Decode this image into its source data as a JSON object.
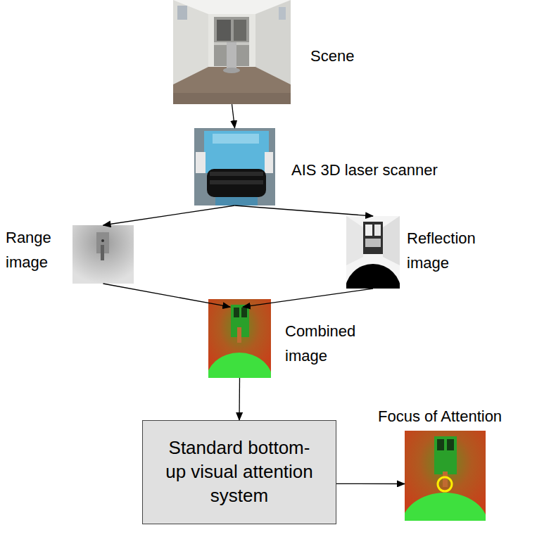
{
  "diagram": {
    "nodes": [
      {
        "text": [
          "Scene"
        ]
      },
      {
        "text": [
          "AIS 3D laser scanner"
        ]
      },
      {
        "text": [
          "Range image"
        ]
      },
      {
        "text": [
          "Reflection image"
        ]
      },
      {
        "text": [
          "Combined image"
        ]
      },
      {
        "text": [
          "Standard bottom-up visual attention system"
        ]
      },
      {
        "text": [
          "Focus of Attention"
        ]
      }
    ],
    "edges": [
      {
        "from": 0,
        "to": 1,
        "arrow": "to"
      },
      {
        "from": 1,
        "to": 2,
        "arrow": "to"
      },
      {
        "from": 1,
        "to": 3,
        "arrow": "to"
      },
      {
        "from": 2,
        "to": 4,
        "arrow": "to"
      },
      {
        "from": 3,
        "to": 4,
        "arrow": "to"
      },
      {
        "from": 4,
        "to": 5,
        "arrow": "to"
      },
      {
        "from": 5,
        "to": 6,
        "arrow": "to"
      }
    ]
  }
}
